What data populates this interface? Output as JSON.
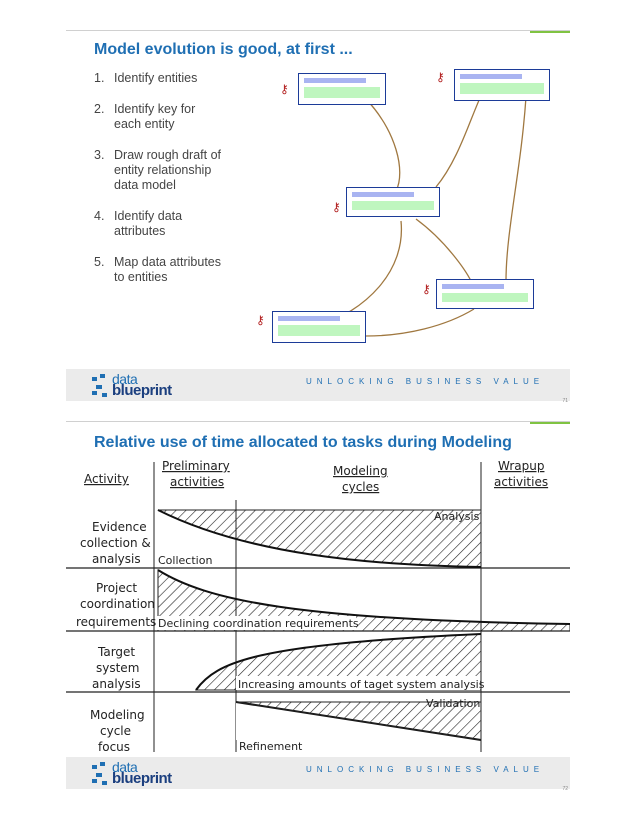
{
  "slide1": {
    "title": "Model evolution is good, at first ...",
    "steps": [
      {
        "num": "1.",
        "text": "Identify entities"
      },
      {
        "num": "2.",
        "text": "Identify key for each entity"
      },
      {
        "num": "3.",
        "text": "Draw rough draft of entity relationship data model"
      },
      {
        "num": "4.",
        "text": "Identify data attributes"
      },
      {
        "num": "5.",
        "text": "Map data attributes to entities"
      }
    ],
    "footer": {
      "logo_top": "data",
      "logo_bottom": "blueprint",
      "tagline": "UNLOCKING BUSINESS VALUE",
      "page": "71"
    }
  },
  "slide2": {
    "title": "Relative use of time allocated to tasks during Modeling",
    "columns": {
      "activity": "Activity",
      "preliminary": [
        "Preliminary",
        "activities"
      ],
      "modeling": [
        "Modeling",
        "cycles"
      ],
      "wrapup": [
        "Wrapup",
        "activities"
      ]
    },
    "rows": [
      {
        "label": [
          "Evidence",
          "collection &",
          "analysis"
        ]
      },
      {
        "label": [
          "Project",
          "coordination",
          "requirements"
        ]
      },
      {
        "label": [
          "Target",
          "system",
          "analysis"
        ]
      },
      {
        "label": [
          "Modeling",
          "cycle",
          "focus"
        ]
      }
    ],
    "annotations": {
      "analysis": "Analysis",
      "collection": "Collection",
      "coordination": "Declining coordination requirements",
      "target": "Increasing amounts of taget system analysis",
      "validation": "Validation",
      "refinement": "Refinement"
    },
    "footer": {
      "logo_top": "data",
      "logo_bottom": "blueprint",
      "tagline": "UNLOCKING BUSINESS VALUE",
      "page": "72"
    }
  },
  "colors": {
    "title": "#1f6fb3",
    "entity_border": "#1c3b98",
    "entity_header": "#a9b4f1",
    "entity_body": "#bff6bf",
    "key": "#b32222",
    "relationship": "#a07840",
    "footer_bg": "#ebebeb"
  }
}
